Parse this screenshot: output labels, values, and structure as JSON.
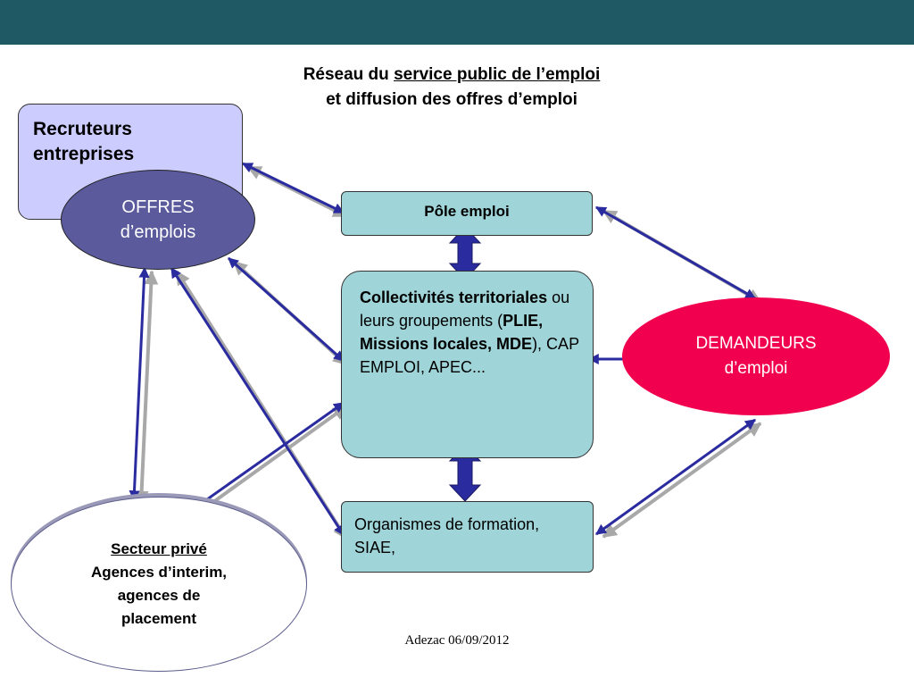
{
  "title": {
    "line1_prefix": "Réseau du ",
    "line1_underlined": "service public de l’emploi",
    "line2": "et diffusion des offres d’emploi"
  },
  "nodes": {
    "recruteurs": {
      "line1": "Recruteurs",
      "line2": "entreprises"
    },
    "offres": {
      "line1": "OFFRES",
      "line2": "d’emplois"
    },
    "pole_emploi": {
      "label": "Pôle emploi"
    },
    "collectivites": {
      "bold1": "Collectivités territoriales",
      "text1": " ou leurs groupements (",
      "bold2": "PLIE, Missions locales, MDE",
      "text2": "), CAP EMPLOI, APEC..."
    },
    "organismes": {
      "label": "Organismes de formation, SIAE,"
    },
    "demandeurs": {
      "line1": "DEMANDEURS",
      "line2": "d’emploi"
    },
    "secteur": {
      "heading": "Secteur privé",
      "line1": "Agences d’interim,",
      "line2": "agences de",
      "line3": "placement"
    }
  },
  "footer": "Adezac 06/09/2012",
  "colors": {
    "topbar": "#1f5a64",
    "arrow": "#2b2ba0",
    "arrow_shadow": "#a8a8a8",
    "teal_box": "#9fd4d8",
    "recruteurs_box": "#ccccff",
    "offres_ellipse": "#5a5a9c",
    "demandeurs_ellipse": "#f0004f"
  }
}
